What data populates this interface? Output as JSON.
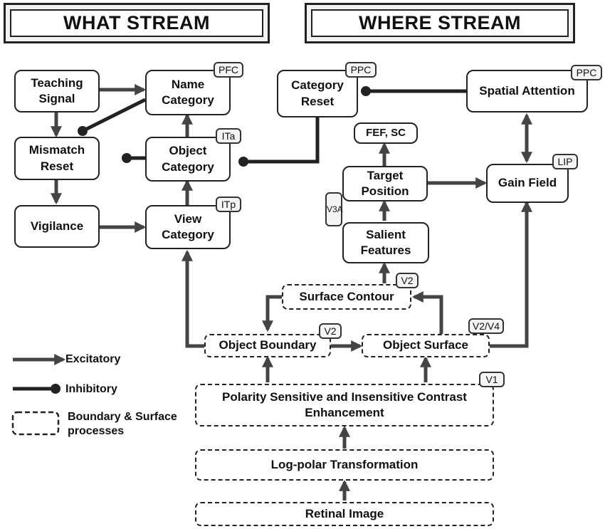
{
  "headers": {
    "what": "WHAT STREAM",
    "where": "WHERE STREAM"
  },
  "nodes": {
    "teaching_signal": "Teaching\nSignal",
    "name_category": "Name\nCategory",
    "mismatch_reset": "Mismatch\nReset",
    "object_category": "Object\nCategory",
    "vigilance": "Vigilance",
    "view_category": "View\nCategory",
    "category_reset": "Category\nReset",
    "spatial_attention": "Spatial Attention",
    "fef_sc": "FEF, SC",
    "target_position": "Target\nPosition",
    "gain_field": "Gain Field",
    "salient_features": "Salient\nFeatures",
    "surface_contour": "Surface Contour",
    "object_boundary": "Object Boundary",
    "object_surface": "Object Surface",
    "polarity": "Polarity Sensitive and Insensitive Contrast\nEnhancement",
    "log_polar": "Log-polar Transformation",
    "retinal_image": "Retinal Image"
  },
  "tags": {
    "pfc": "PFC",
    "ita": "ITa",
    "itp": "ITp",
    "ppc_category": "PPC",
    "ppc_spatial": "PPC",
    "lip": "LIP",
    "v3a": "V3A",
    "v2_contour": "V2",
    "v2_boundary": "V2",
    "v2v4": "V2/V4",
    "v1": "V1"
  },
  "legend": {
    "excitatory": "Excitatory",
    "inhibitory": "Inhibitory",
    "boundary_surface": "Boundary & Surface\nprocesses"
  },
  "colors": {
    "excitatory_arrow": "#444444",
    "inhibitory_line": "#222222"
  }
}
